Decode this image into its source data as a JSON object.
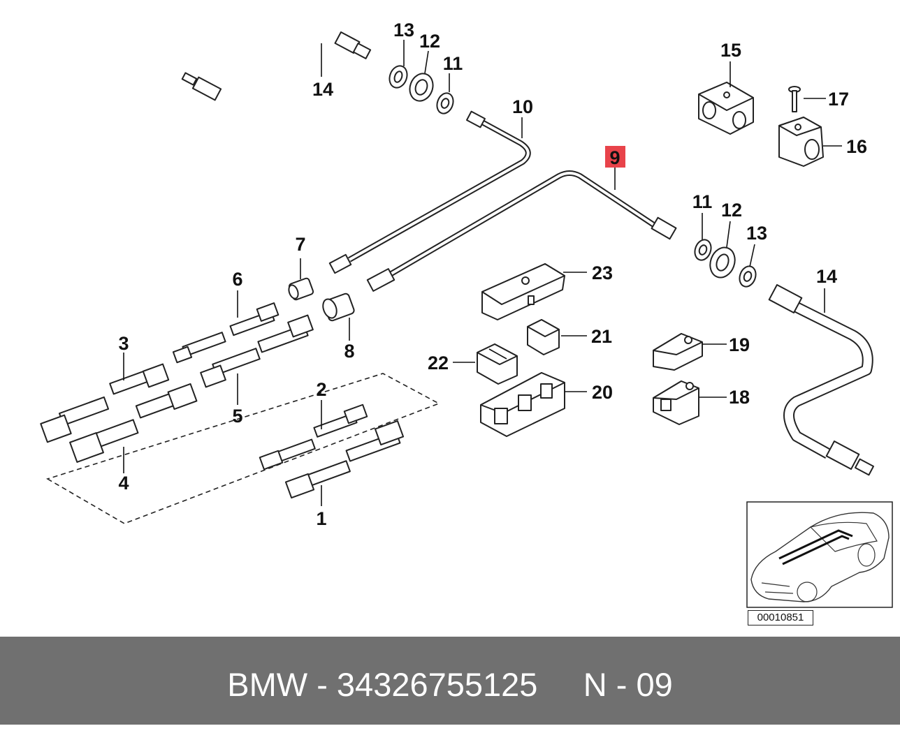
{
  "labels": {
    "p1": "1",
    "p2": "2",
    "p3": "3",
    "p4": "4",
    "p5": "5",
    "p6": "6",
    "p7": "7",
    "p8": "8",
    "p9": "9",
    "p10": "10",
    "p11a": "11",
    "p12a": "12",
    "p13a": "13",
    "p14a": "14",
    "p11b": "11",
    "p12b": "12",
    "p13b": "13",
    "p14b": "14",
    "p15": "15",
    "p16": "16",
    "p17": "17",
    "p18": "18",
    "p19": "19",
    "p20": "20",
    "p21": "21",
    "p22": "22",
    "p23": "23"
  },
  "highlight_color": "#e8434a",
  "reference_number": "00010851",
  "footer": {
    "text": "BMW - 34326755125     N - 09"
  }
}
